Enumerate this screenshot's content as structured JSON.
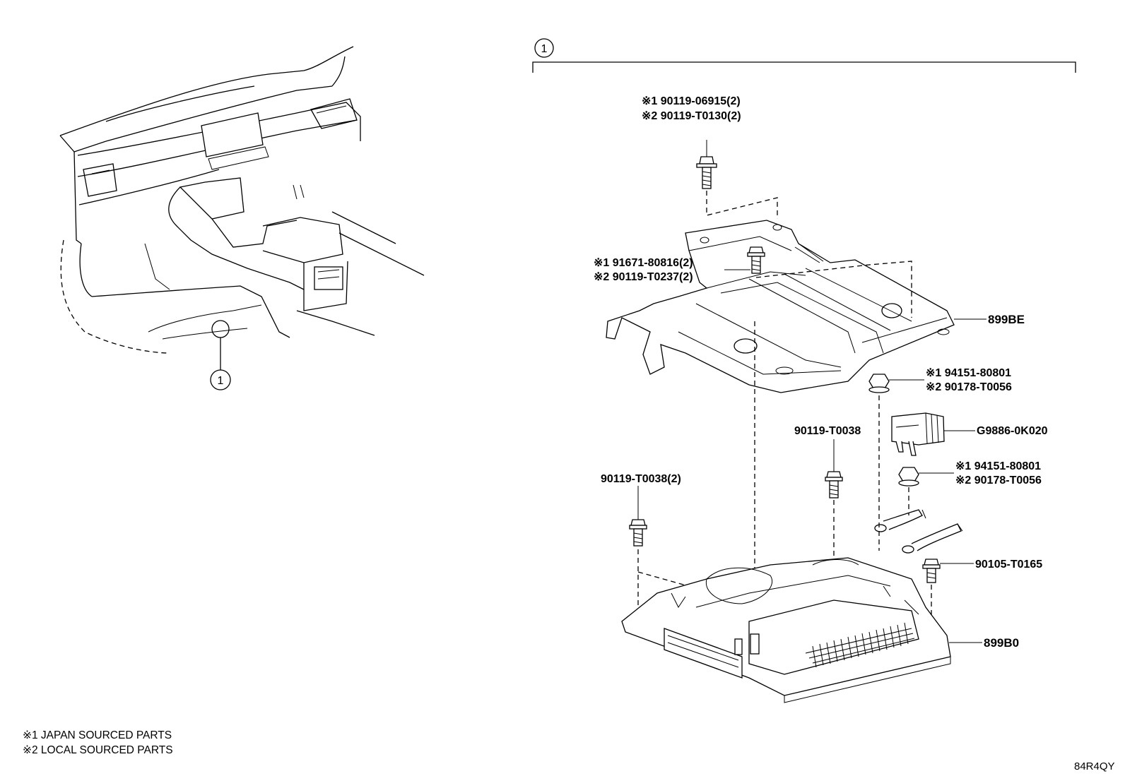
{
  "callout_number": "1",
  "parts": {
    "p1": {
      "line1": "※1 90119-06915(2)",
      "line2": "※2 90119-T0130(2)"
    },
    "p2": {
      "line1": "※1 91671-80816(2)",
      "line2": "※2 90119-T0237(2)"
    },
    "p3": "899BE",
    "p4": {
      "line1": "※1 94151-80801",
      "line2": "※2 90178-T0056"
    },
    "p5": "90119-T0038",
    "p6": "G9886-0K020",
    "p7": {
      "line1": "※1 94151-80801",
      "line2": "※2 90178-T0056"
    },
    "p8": "90119-T0038(2)",
    "p9": "90105-T0165",
    "p10": "899B0"
  },
  "notes": {
    "n1": "※1 JAPAN SOURCED PARTS",
    "n2": "※2 LOCAL SOURCED PARTS"
  },
  "diagram_code": "84R4QY"
}
